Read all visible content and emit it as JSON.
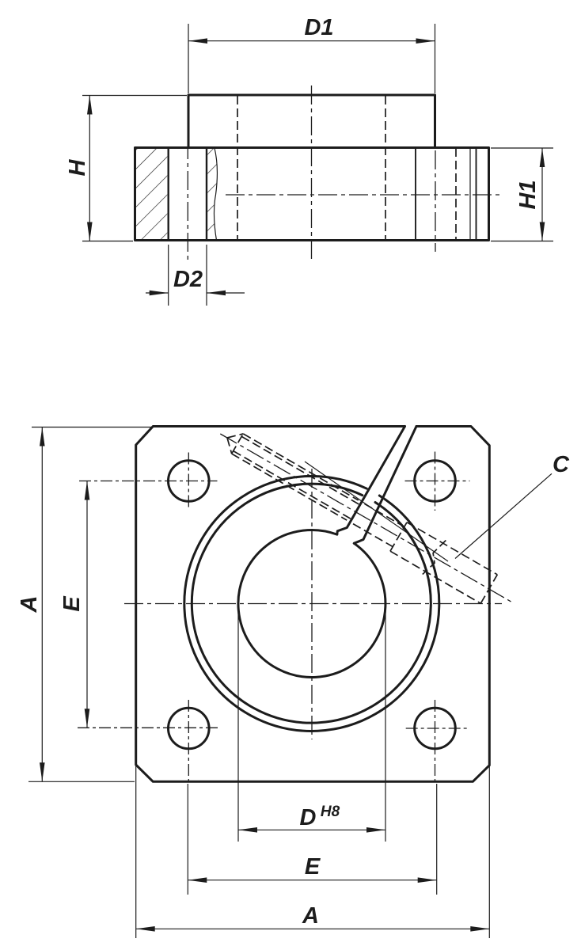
{
  "title": "flange-technical-drawing",
  "colors": {
    "background": "#ffffff",
    "line": "#1c1c1c"
  },
  "views": {
    "side_view": {
      "labels": {
        "d1": "D1",
        "h": "H",
        "h1": "H1",
        "d2": "D2"
      }
    },
    "plan_view": {
      "labels": {
        "a_left": "A",
        "e_left": "E",
        "d": "D",
        "d_tol": "H8",
        "e": "E",
        "a": "A",
        "c": "C"
      }
    }
  }
}
